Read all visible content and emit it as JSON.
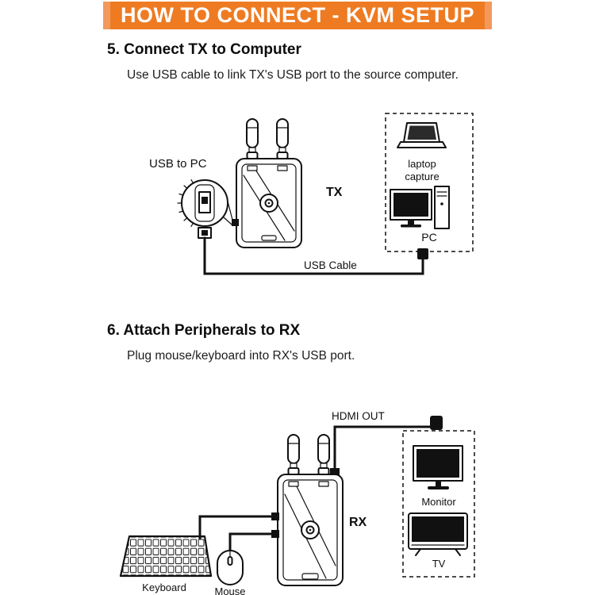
{
  "header": {
    "title": "HOW TO CONNECT - KVM SETUP"
  },
  "steps": {
    "step5": {
      "heading": "5. Connect TX to Computer",
      "description": "Use USB cable to link TX's USB port to the source computer.",
      "labels": {
        "usb_to_pc": "USB to PC",
        "device": "TX",
        "laptop": "laptop capture",
        "pc": "PC",
        "cable": "USB Cable"
      }
    },
    "step6": {
      "heading": "6. Attach Peripherals to RX",
      "description": "Plug mouse/keyboard into RX's USB port.",
      "labels": {
        "hdmi_out": "HDMI OUT",
        "device": "RX",
        "keyboard": "Keyboard",
        "mouse": "Mouse",
        "monitor": "Monitor",
        "tv": "TV"
      }
    }
  },
  "colors": {
    "header_bg": "#EE7B22",
    "header_bg_light": "#F2995C",
    "line": "#111111"
  }
}
